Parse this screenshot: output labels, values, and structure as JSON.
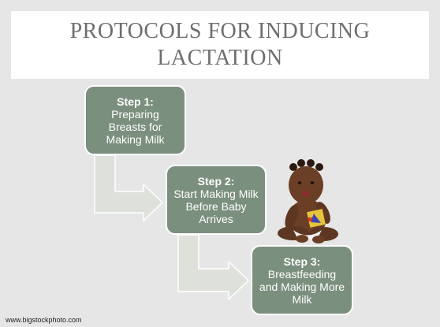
{
  "slide": {
    "title": "PROTOCOLS FOR INDUCING LACTATION",
    "credit": "www.bigstockphoto.com"
  },
  "steps": [
    {
      "title": "Step 1:",
      "description": "Preparing Breasts for Making Milk"
    },
    {
      "title": "Step 2:",
      "description": "Start Making Milk Before Baby Arrives"
    },
    {
      "title": "Step 3:",
      "description": "Breastfeeding and Making More Milk"
    }
  ],
  "colors": {
    "background": "#e6e6e6",
    "title_band": "#ffffff",
    "title_text": "#6e6e6e",
    "step_box": "#7b8f7e",
    "arrow_fill": "#dde1da"
  }
}
